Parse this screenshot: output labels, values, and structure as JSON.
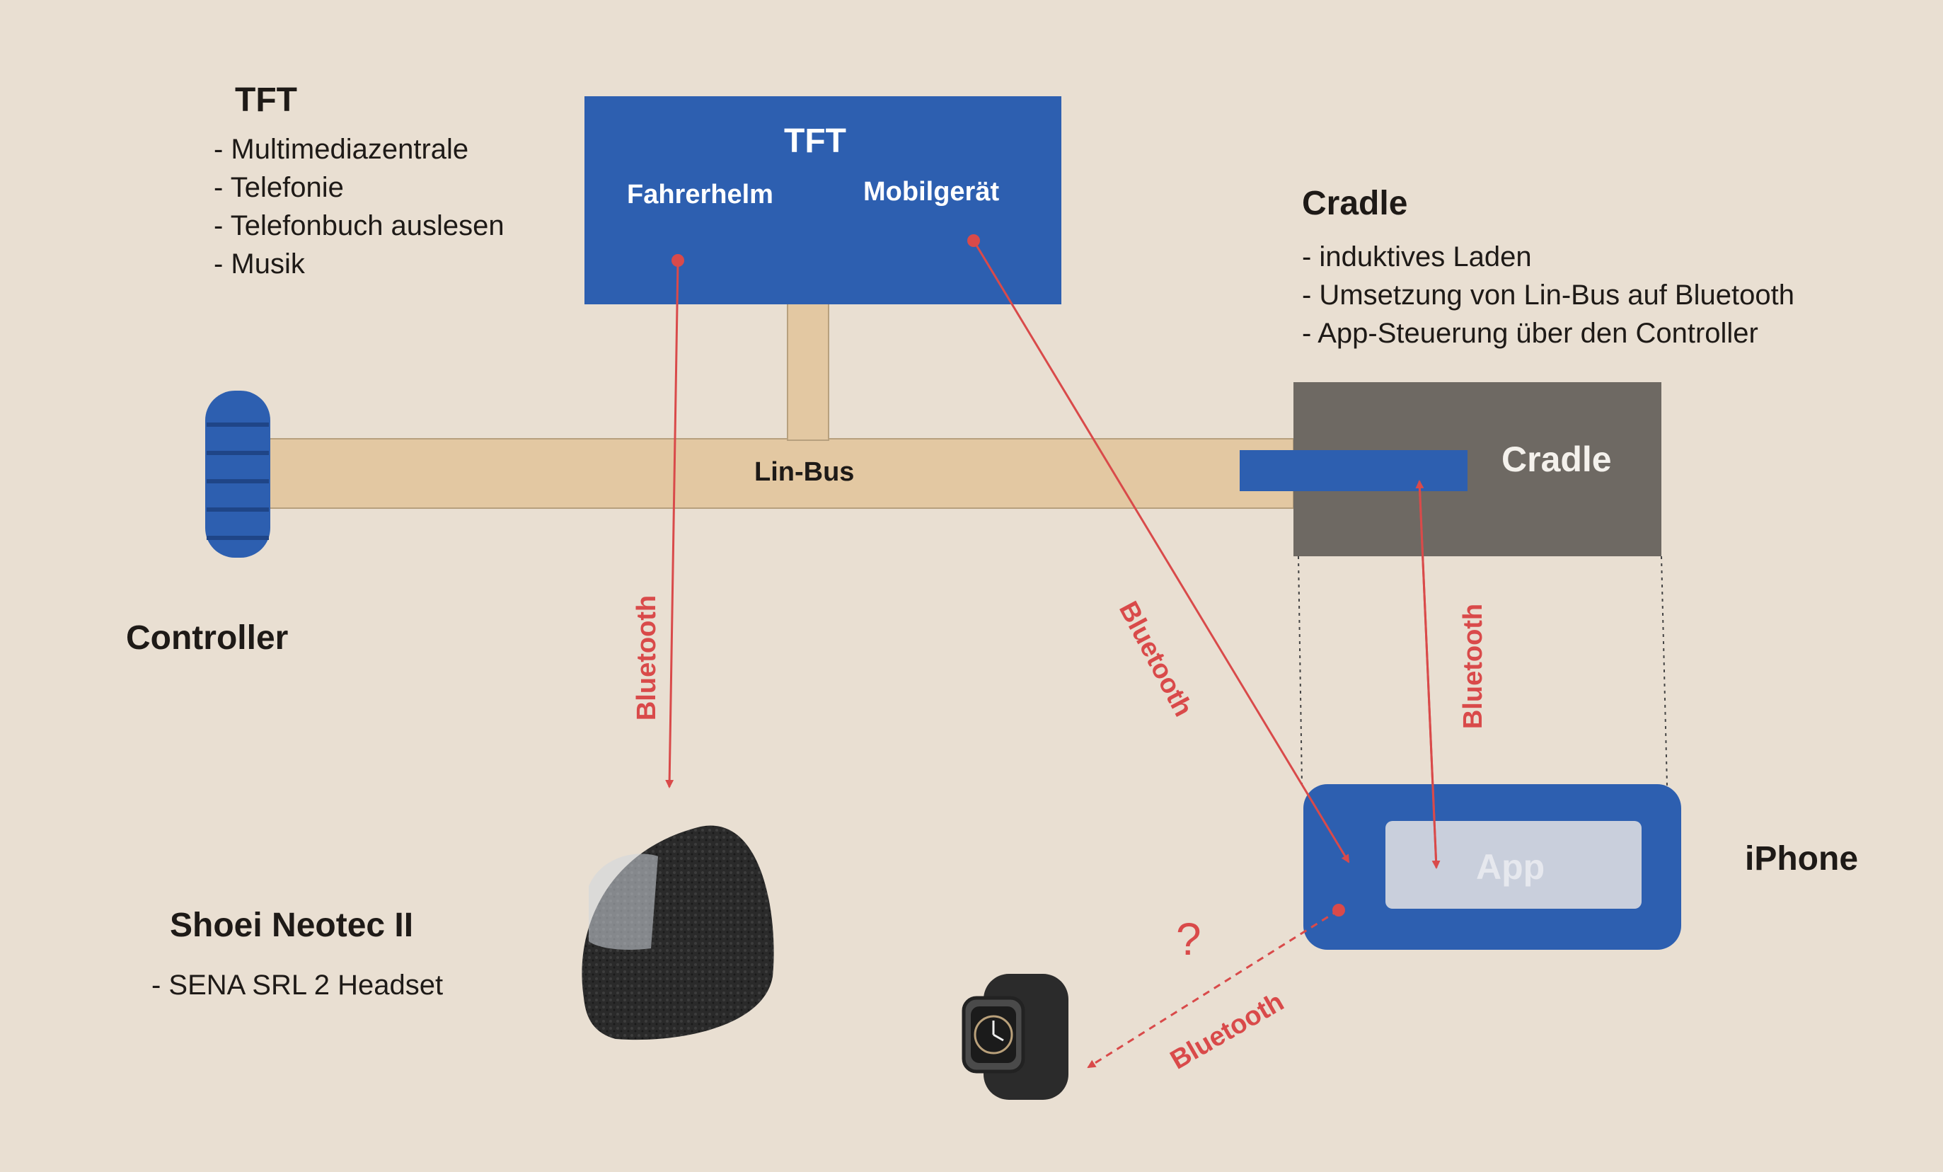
{
  "tft_info": {
    "heading": "TFT",
    "bullets": [
      "- Multimediazentrale",
      "- Telefonie",
      "- Telefonbuch auslesen",
      "- Musik"
    ]
  },
  "tft_box": {
    "title": "TFT",
    "left_label": "Fahrerhelm",
    "right_label": "Mobilgerät"
  },
  "cradle_info": {
    "heading": "Cradle",
    "bullets": [
      "- induktives Laden",
      "- Umsetzung von Lin-Bus auf Bluetooth",
      "- App-Steuerung über den Controller"
    ]
  },
  "bus": {
    "label": "Lin-Bus"
  },
  "cradle_box": {
    "label": "Cradle"
  },
  "controller": {
    "label": "Controller"
  },
  "iphone": {
    "label": "iPhone",
    "app_label": "App"
  },
  "helmet": {
    "heading": "Shoei Neotec II",
    "subtitle": "- SENA SRL 2 Headset"
  },
  "connections": {
    "bt_helmet": "Bluetooth",
    "bt_mobile": "Bluetooth",
    "bt_cradle": "Bluetooth",
    "bt_watch": "Bluetooth",
    "unknown": "?"
  },
  "colors": {
    "blue": "#2d5fb0",
    "beige": "#e3c8a2",
    "gray": "#6e6963",
    "red": "#d94a4a",
    "background": "#e9dfd2"
  }
}
